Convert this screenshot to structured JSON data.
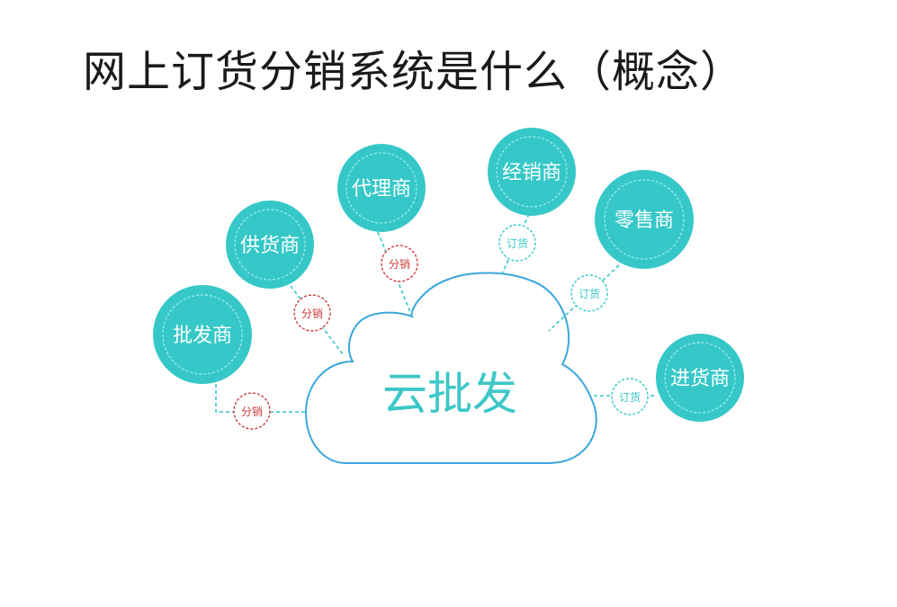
{
  "title": "网上订货分销系统是什么（概念）",
  "center": {
    "label": "云批发"
  },
  "nodes": [
    {
      "id": "pifa",
      "label": "批发商",
      "tag": "分销"
    },
    {
      "id": "gonghuo",
      "label": "供货商",
      "tag": "分销"
    },
    {
      "id": "daili",
      "label": "代理商",
      "tag": "分销"
    },
    {
      "id": "jingxiao",
      "label": "经销商",
      "tag": "订货"
    },
    {
      "id": "lingshou",
      "label": "零售商",
      "tag": "订货"
    },
    {
      "id": "jinhuo",
      "label": "进货商",
      "tag": "订货"
    }
  ],
  "colors": {
    "node_fill": "#36c8c8",
    "node_inner_ring": "#a8ecec",
    "connector": "#36c8c8",
    "tag_distribution": "#cc3b3b",
    "tag_order": "#36c8c8",
    "cloud_stroke": "#3aa7dc",
    "center_text": "#3ec7c7"
  }
}
